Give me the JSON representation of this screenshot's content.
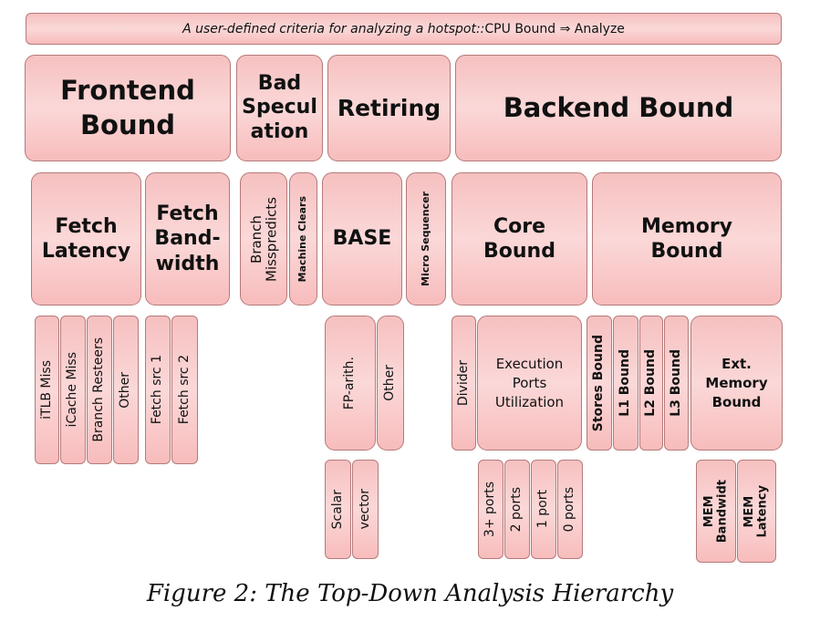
{
  "banner": {
    "prefix": "A user-defined criteria for analyzing a hotspot::",
    "suffix": " CPU Bound ⇒ Analyze"
  },
  "level1": {
    "frontend": "Frontend\nBound",
    "bad_speculation": "Bad\nSpecul\nation",
    "retiring": "Retiring",
    "backend": "Backend Bound"
  },
  "level2": {
    "fetch_latency": "Fetch\nLatency",
    "fetch_bandwidth": "Fetch\nBand-\nwidth",
    "branch_mispredicts": "Branch\nMisspredicts",
    "machine_clears": "Machine Clears",
    "base": "BASE",
    "micro_sequencer": "Micro Sequencer",
    "core_bound": "Core\nBound",
    "memory_bound": "Memory\nBound"
  },
  "level3": {
    "itlb_miss": "iTLB Miss",
    "icache_miss": "iCache Miss",
    "branch_resteers": "Branch Resteers",
    "other_fl": "Other",
    "fetch_src1": "Fetch src 1",
    "fetch_src2": "Fetch src 2",
    "fp_arith": "FP-arith.",
    "other_base": "Other",
    "divider": "Divider",
    "exec_ports": "Execution\nPorts\nUtilization",
    "stores_bound": "Stores Bound",
    "l1_bound": "L1 Bound",
    "l2_bound": "L2 Bound",
    "l3_bound": "L3 Bound",
    "ext_memory": "Ext.\nMemory\nBound"
  },
  "level4": {
    "scalar": "Scalar",
    "vector": "vector",
    "ports3": "3+ ports",
    "ports2": "2 ports",
    "port1": "1 port",
    "ports0": "0 ports",
    "mem_bandwidth": "MEM\nBandwidt",
    "mem_latency": "MEM\nLatency"
  },
  "caption": "Figure 2: The Top-Down Analysis Hierarchy"
}
